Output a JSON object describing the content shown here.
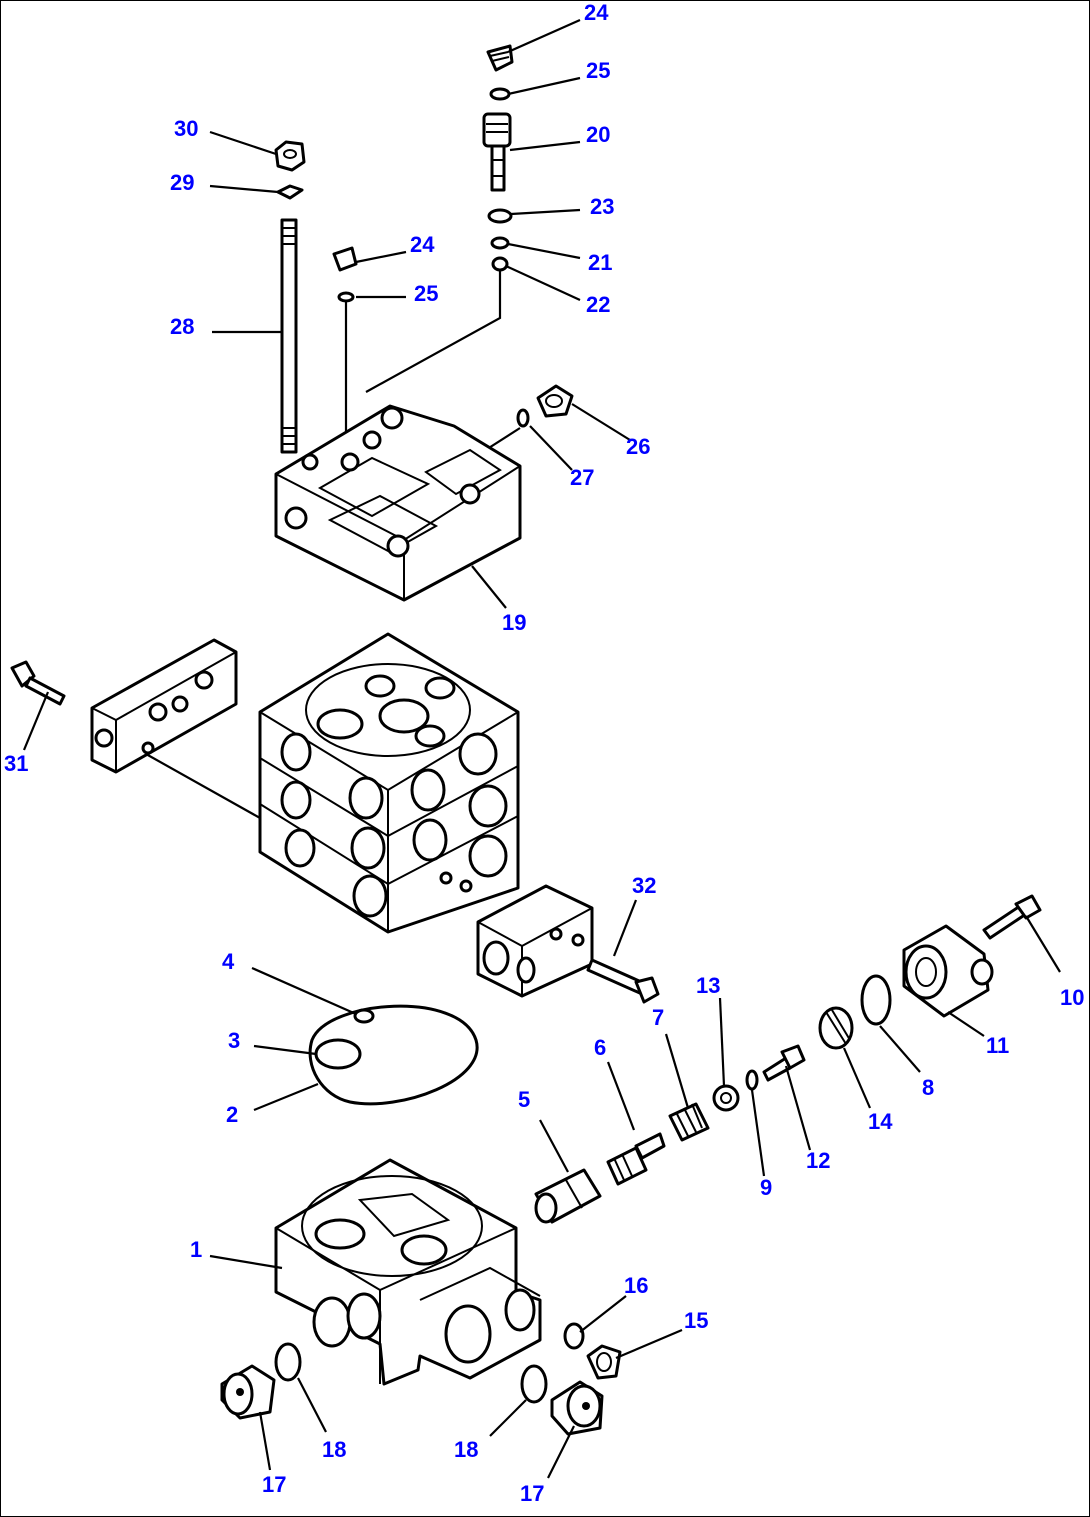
{
  "diagram": {
    "label_color": "#0000ff",
    "line_color": "#000000",
    "callouts": [
      {
        "id": "c24a",
        "text": "24"
      },
      {
        "id": "c25a",
        "text": "25"
      },
      {
        "id": "c20",
        "text": "20"
      },
      {
        "id": "c23",
        "text": "23"
      },
      {
        "id": "c21",
        "text": "21"
      },
      {
        "id": "c22",
        "text": "22"
      },
      {
        "id": "c30",
        "text": "30"
      },
      {
        "id": "c29",
        "text": "29"
      },
      {
        "id": "c24b",
        "text": "24"
      },
      {
        "id": "c25b",
        "text": "25"
      },
      {
        "id": "c28",
        "text": "28"
      },
      {
        "id": "c26",
        "text": "26"
      },
      {
        "id": "c27",
        "text": "27"
      },
      {
        "id": "c19",
        "text": "19"
      },
      {
        "id": "c31",
        "text": "31"
      },
      {
        "id": "c32",
        "text": "32"
      },
      {
        "id": "c4",
        "text": "4"
      },
      {
        "id": "c3",
        "text": "3"
      },
      {
        "id": "c2",
        "text": "2"
      },
      {
        "id": "c13",
        "text": "13"
      },
      {
        "id": "c7",
        "text": "7"
      },
      {
        "id": "c6",
        "text": "6"
      },
      {
        "id": "c5",
        "text": "5"
      },
      {
        "id": "c10",
        "text": "10"
      },
      {
        "id": "c11",
        "text": "11"
      },
      {
        "id": "c8",
        "text": "8"
      },
      {
        "id": "c14",
        "text": "14"
      },
      {
        "id": "c12",
        "text": "12"
      },
      {
        "id": "c9",
        "text": "9"
      },
      {
        "id": "c1",
        "text": "1"
      },
      {
        "id": "c16",
        "text": "16"
      },
      {
        "id": "c15",
        "text": "15"
      },
      {
        "id": "c18a",
        "text": "18"
      },
      {
        "id": "c18b",
        "text": "18"
      },
      {
        "id": "c17a",
        "text": "17"
      },
      {
        "id": "c17b",
        "text": "17"
      }
    ]
  }
}
